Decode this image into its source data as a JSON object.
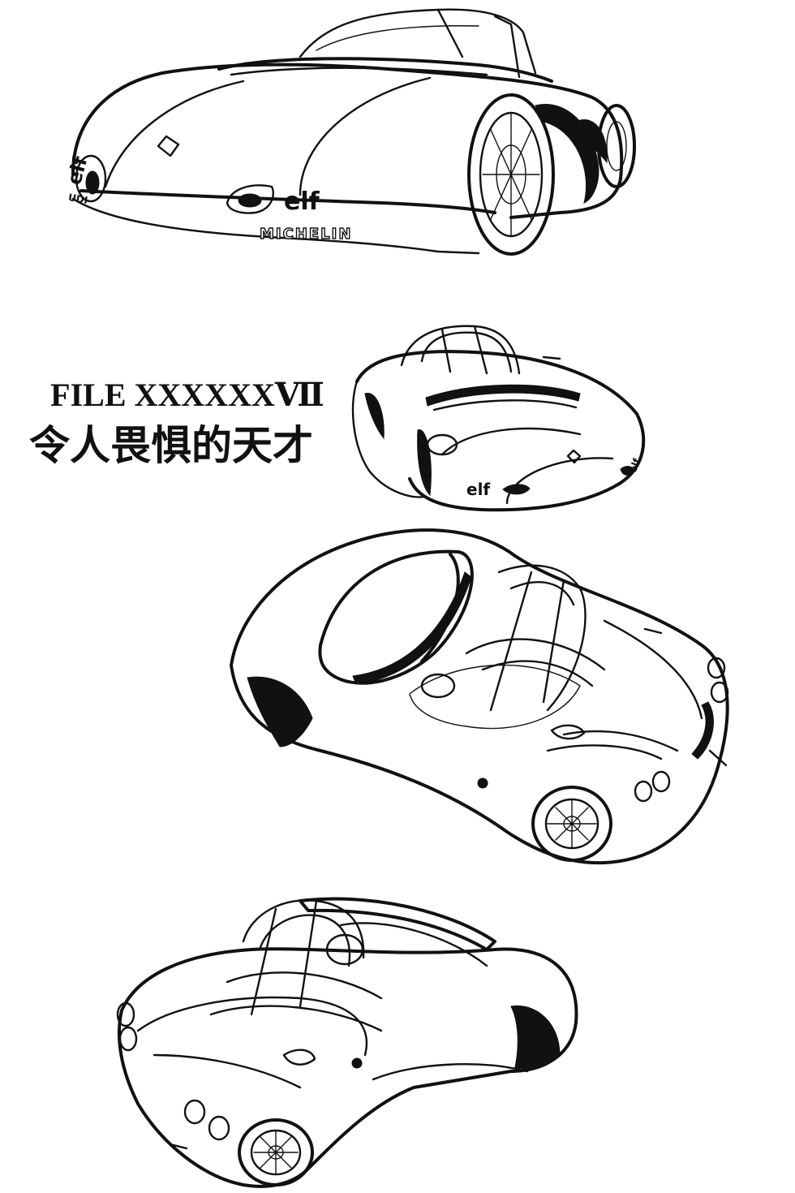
{
  "page": {
    "file_label": "FILE XXXXXXⅦ",
    "chapter_title": "令人畏惧的天才"
  },
  "illustrations": {
    "car_front": {
      "decal_elf": "elf",
      "decal_michelin": "MICHELIN",
      "decal_plate": "UDI"
    },
    "car_rear_small": {
      "decal_elf": "elf",
      "decal_side": "elf"
    },
    "car_top": {},
    "car_front_top": {}
  }
}
